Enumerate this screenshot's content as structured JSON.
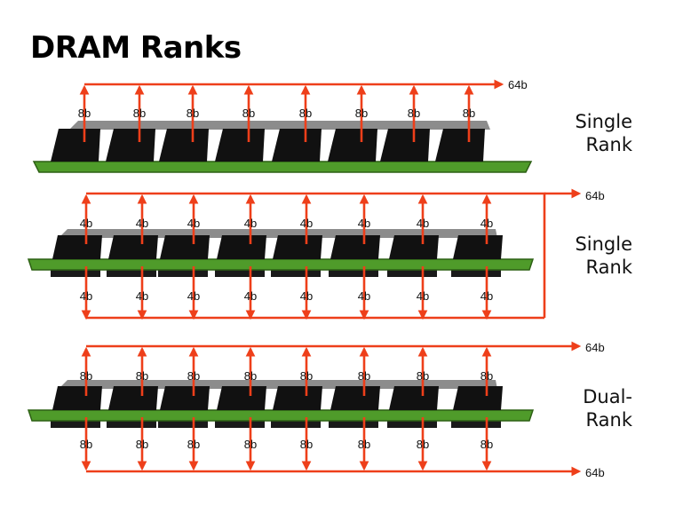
{
  "title": "DRAM Ranks",
  "colors": {
    "arrow": "#ee3f1a",
    "pcb": "#4f9b2a",
    "pcb_edge": "#2d6014",
    "chip": "#111111",
    "heatspreader": "#8c8c8c"
  },
  "modules": [
    {
      "label_line1": "Single",
      "label_line2": "Rank",
      "top_chip_label": "8b",
      "bottom_chip_label": "",
      "bus_label": "64b",
      "chips": 8,
      "bottom_chips": false
    },
    {
      "label_line1": "Single",
      "label_line2": "Rank",
      "top_chip_label": "4b",
      "bottom_chip_label": "4b",
      "bus_label": "64b",
      "chips": 8,
      "bottom_chips": true
    },
    {
      "label_line1": "Dual-",
      "label_line2": "Rank",
      "top_chip_label": "8b",
      "bottom_chip_label": "8b",
      "top_bus_label": "64b",
      "bottom_bus_label": "64b",
      "chips": 8,
      "bottom_chips": true
    }
  ]
}
